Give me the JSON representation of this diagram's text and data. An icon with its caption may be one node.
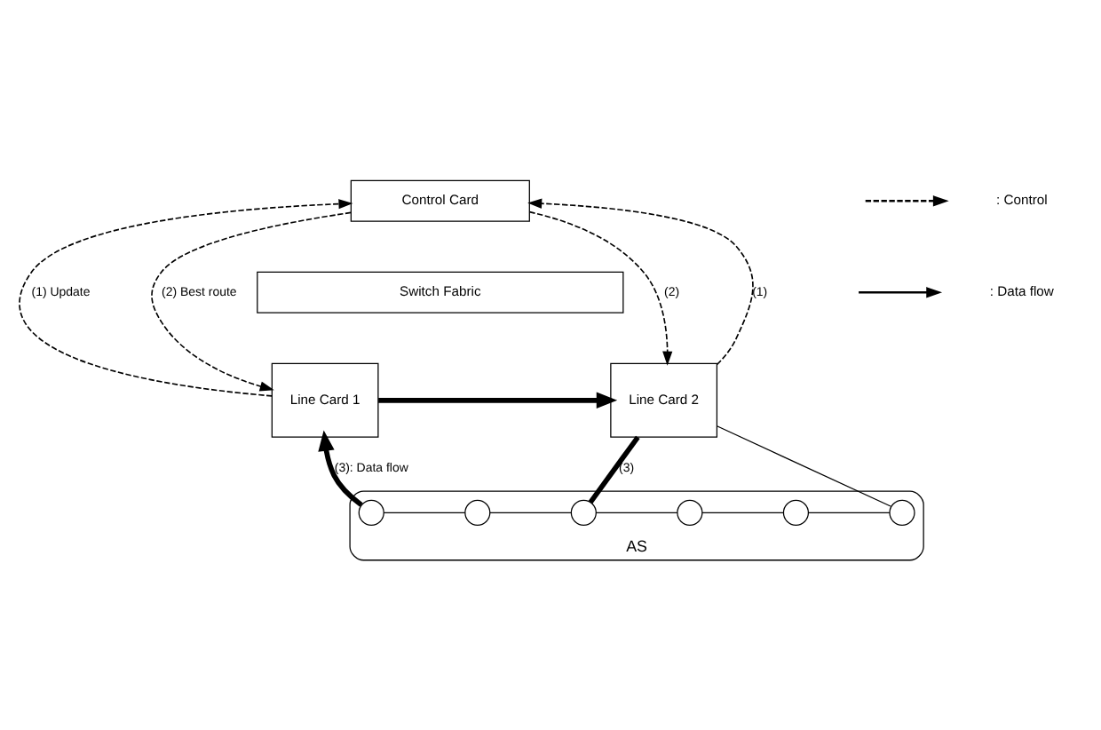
{
  "diagram": {
    "nodes": [
      {
        "text": [
          "Control Card"
        ]
      },
      {
        "text": [
          "Switch Fabric"
        ]
      },
      {
        "text": [
          "Line Card 1"
        ]
      },
      {
        "text": [
          "Line Card 2"
        ]
      },
      {
        "text": [
          "AS"
        ]
      },
      {
        "text": [],
        "shape": "circle",
        "in": 4
      },
      {
        "text": [],
        "shape": "circle",
        "in": 4
      },
      {
        "text": [],
        "shape": "circle",
        "in": 4
      },
      {
        "text": [],
        "shape": "circle",
        "in": 4
      },
      {
        "text": [],
        "shape": "circle",
        "in": 4
      },
      {
        "text": [],
        "shape": "circle",
        "in": 4
      }
    ],
    "edges": [
      {
        "from": 2,
        "to": 0,
        "arrow": "to",
        "style": "dashed",
        "label": "(1) Update"
      },
      {
        "from": 0,
        "to": 2,
        "arrow": "to",
        "style": "dashed",
        "label": "(2) Best route"
      },
      {
        "from": 3,
        "to": 0,
        "arrow": "to",
        "style": "dashed",
        "label": "(1)"
      },
      {
        "from": 0,
        "to": 3,
        "arrow": "to",
        "style": "dashed",
        "label": "(2)"
      },
      {
        "from": 5,
        "to": 2,
        "arrow": "to",
        "style": "thick",
        "label": "(3): Data flow"
      },
      {
        "from": 2,
        "to": 3,
        "arrow": "to",
        "style": "thick"
      },
      {
        "from": 7,
        "to": 3,
        "arrow": "none",
        "style": "thick",
        "label": "(3)"
      },
      {
        "from": 3,
        "to": 10,
        "arrow": "none"
      },
      {
        "from": 5,
        "to": 6,
        "arrow": "none"
      },
      {
        "from": 6,
        "to": 7,
        "arrow": "none"
      },
      {
        "from": 7,
        "to": 8,
        "arrow": "none"
      },
      {
        "from": 8,
        "to": 9,
        "arrow": "none"
      },
      {
        "from": 9,
        "to": 10,
        "arrow": "none"
      }
    ],
    "legend": [
      {
        "text": ": Control"
      },
      {
        "text": ": Data flow"
      }
    ]
  }
}
